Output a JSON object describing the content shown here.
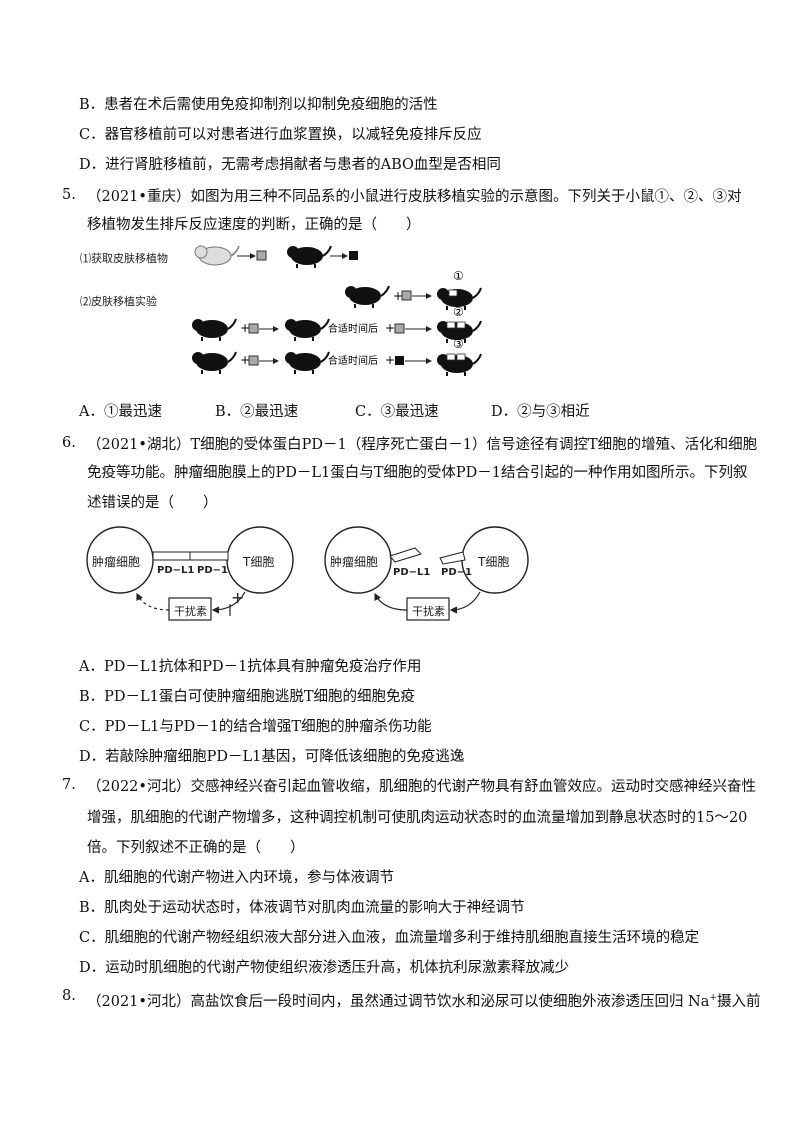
{
  "q4_options": {
    "B": "B．患者在术后需使用免疫抑制剂以抑制免疫细胞的活性",
    "C": "C．器官移植前可以对患者进行血浆置换，以减轻免疫排斥反应",
    "D": "D．进行肾脏移植前，无需考虑捐献者与患者的ABO血型是否相同"
  },
  "q5": {
    "num": "5.",
    "line1": "（2021•重庆）如图为用三种不同品系的小鼠进行皮肤移植实验的示意图。下列关于小鼠①、②、③对",
    "line2": "移植物发生排斥反应速度的判断，正确的是（　　）",
    "figure": {
      "step1": "⑴获取皮肤移植物",
      "step2": "⑵皮肤移植实验",
      "after1": "合适时间后",
      "after2": "合适时间后",
      "mark1": "①",
      "mark2": "②",
      "mark3": "③",
      "plus": "+"
    },
    "options": {
      "A": "A．①最迅速",
      "B": "B．②最迅速",
      "C": "C．③最迅速",
      "D": "D．②与③相近"
    }
  },
  "q6": {
    "num": "6.",
    "line1": "（2021•湖北）T细胞的受体蛋白PD－1（程序死亡蛋白－1）信号途径有调控T细胞的增殖、活化和细胞",
    "line2": "免疫等功能。肿瘤细胞膜上的PD－L1蛋白与T细胞的受体PD－1结合引起的一种作用如图所示。下列叙",
    "line3": "述错误的是（　　）",
    "figure": {
      "tumor": "肿瘤细胞",
      "tcell": "T细胞",
      "pdl1": "PD−L1",
      "pd1": "PD−1",
      "ifn": "干扰素",
      "plus": "+"
    },
    "options": {
      "A": "A．PD－L1抗体和PD－1抗体具有肿瘤免疫治疗作用",
      "B": "B．PD－L1蛋白可使肿瘤细胞逃脱T细胞的细胞免疫",
      "C": "C．PD－L1与PD－1的结合增强T细胞的肿瘤杀伤功能",
      "D": "D．若敲除肿瘤细胞PD－L1基因，可降低该细胞的免疫逃逸"
    }
  },
  "q7": {
    "num": "7.",
    "line1": "（2022•河北）交感神经兴奋引起血管收缩，肌细胞的代谢产物具有舒血管效应。运动时交感神经兴奋性",
    "line2": "增强，肌细胞的代谢产物增多，这种调控机制可使肌肉运动状态时的血流量增加到静息状态时的15～20",
    "line3": "倍。下列叙述不正确的是（　　）",
    "options": {
      "A": "A．肌细胞的代谢产物进入内环境，参与体液调节",
      "B": "B．肌肉处于运动状态时，体液调节对肌肉血流量的影响大于神经调节",
      "C": "C．肌细胞的代谢产物经组织液大部分进入血液，血流量增多利于维持肌细胞直接生活环境的稳定",
      "D": "D．运动时肌细胞的代谢产物使组织液渗透压升高，机体抗利尿激素释放减少"
    }
  },
  "q8": {
    "num": "8.",
    "line1a": "（2021•河北）高盐饮食后一段时间内，虽然通过调节饮水和泌尿可以使细胞外液渗透压回归 Na",
    "sup": "+",
    "line1b": "摄入前"
  }
}
